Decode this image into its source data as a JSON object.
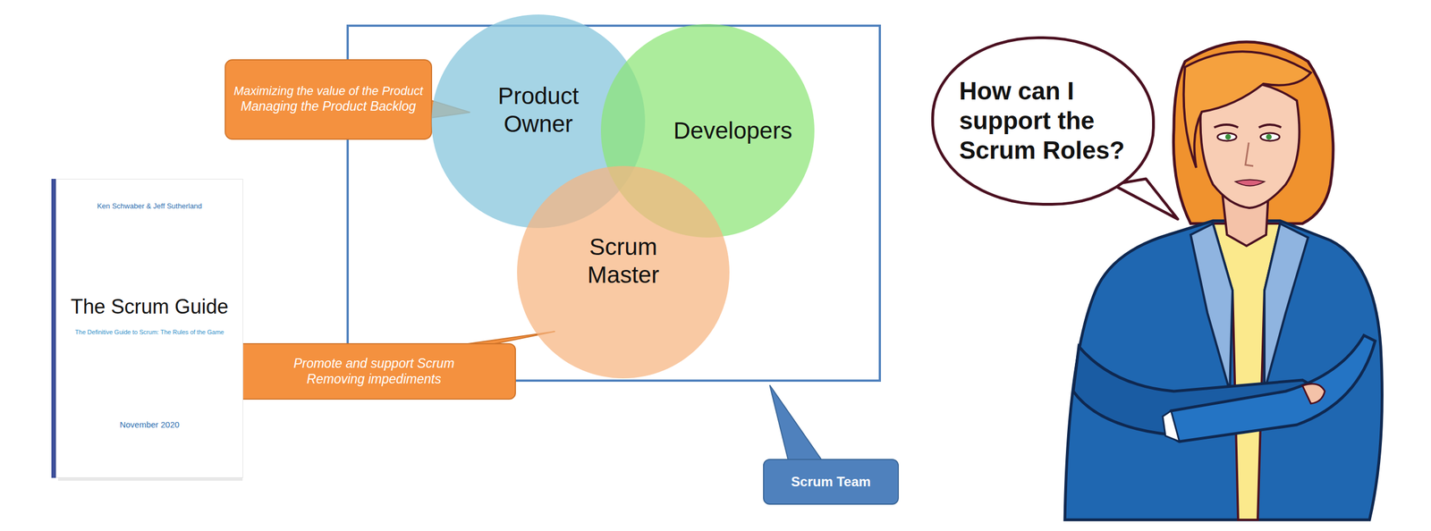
{
  "diagram": {
    "nodes": [
      {
        "text": [
          "Maximizing the value of the Product",
          "Managing the Product Backlog"
        ]
      },
      {
        "text": [
          "Product Owner"
        ]
      },
      {
        "text": [
          "Developers"
        ]
      },
      {
        "text": [
          "Scrum Master"
        ]
      },
      {
        "text": [
          "Promote and support Scrum",
          "Removing impediments"
        ]
      },
      {
        "text": [
          "Scrum Team"
        ]
      },
      {
        "text": [
          "Ken Schwaber & Jeff Sutherland",
          "The Scrum Guide",
          "The Definitive Guide to Scrum: The Rules of the Game",
          "November 2020"
        ]
      },
      {
        "text": [
          "How can I support the Scrum Roles?"
        ]
      }
    ]
  }
}
